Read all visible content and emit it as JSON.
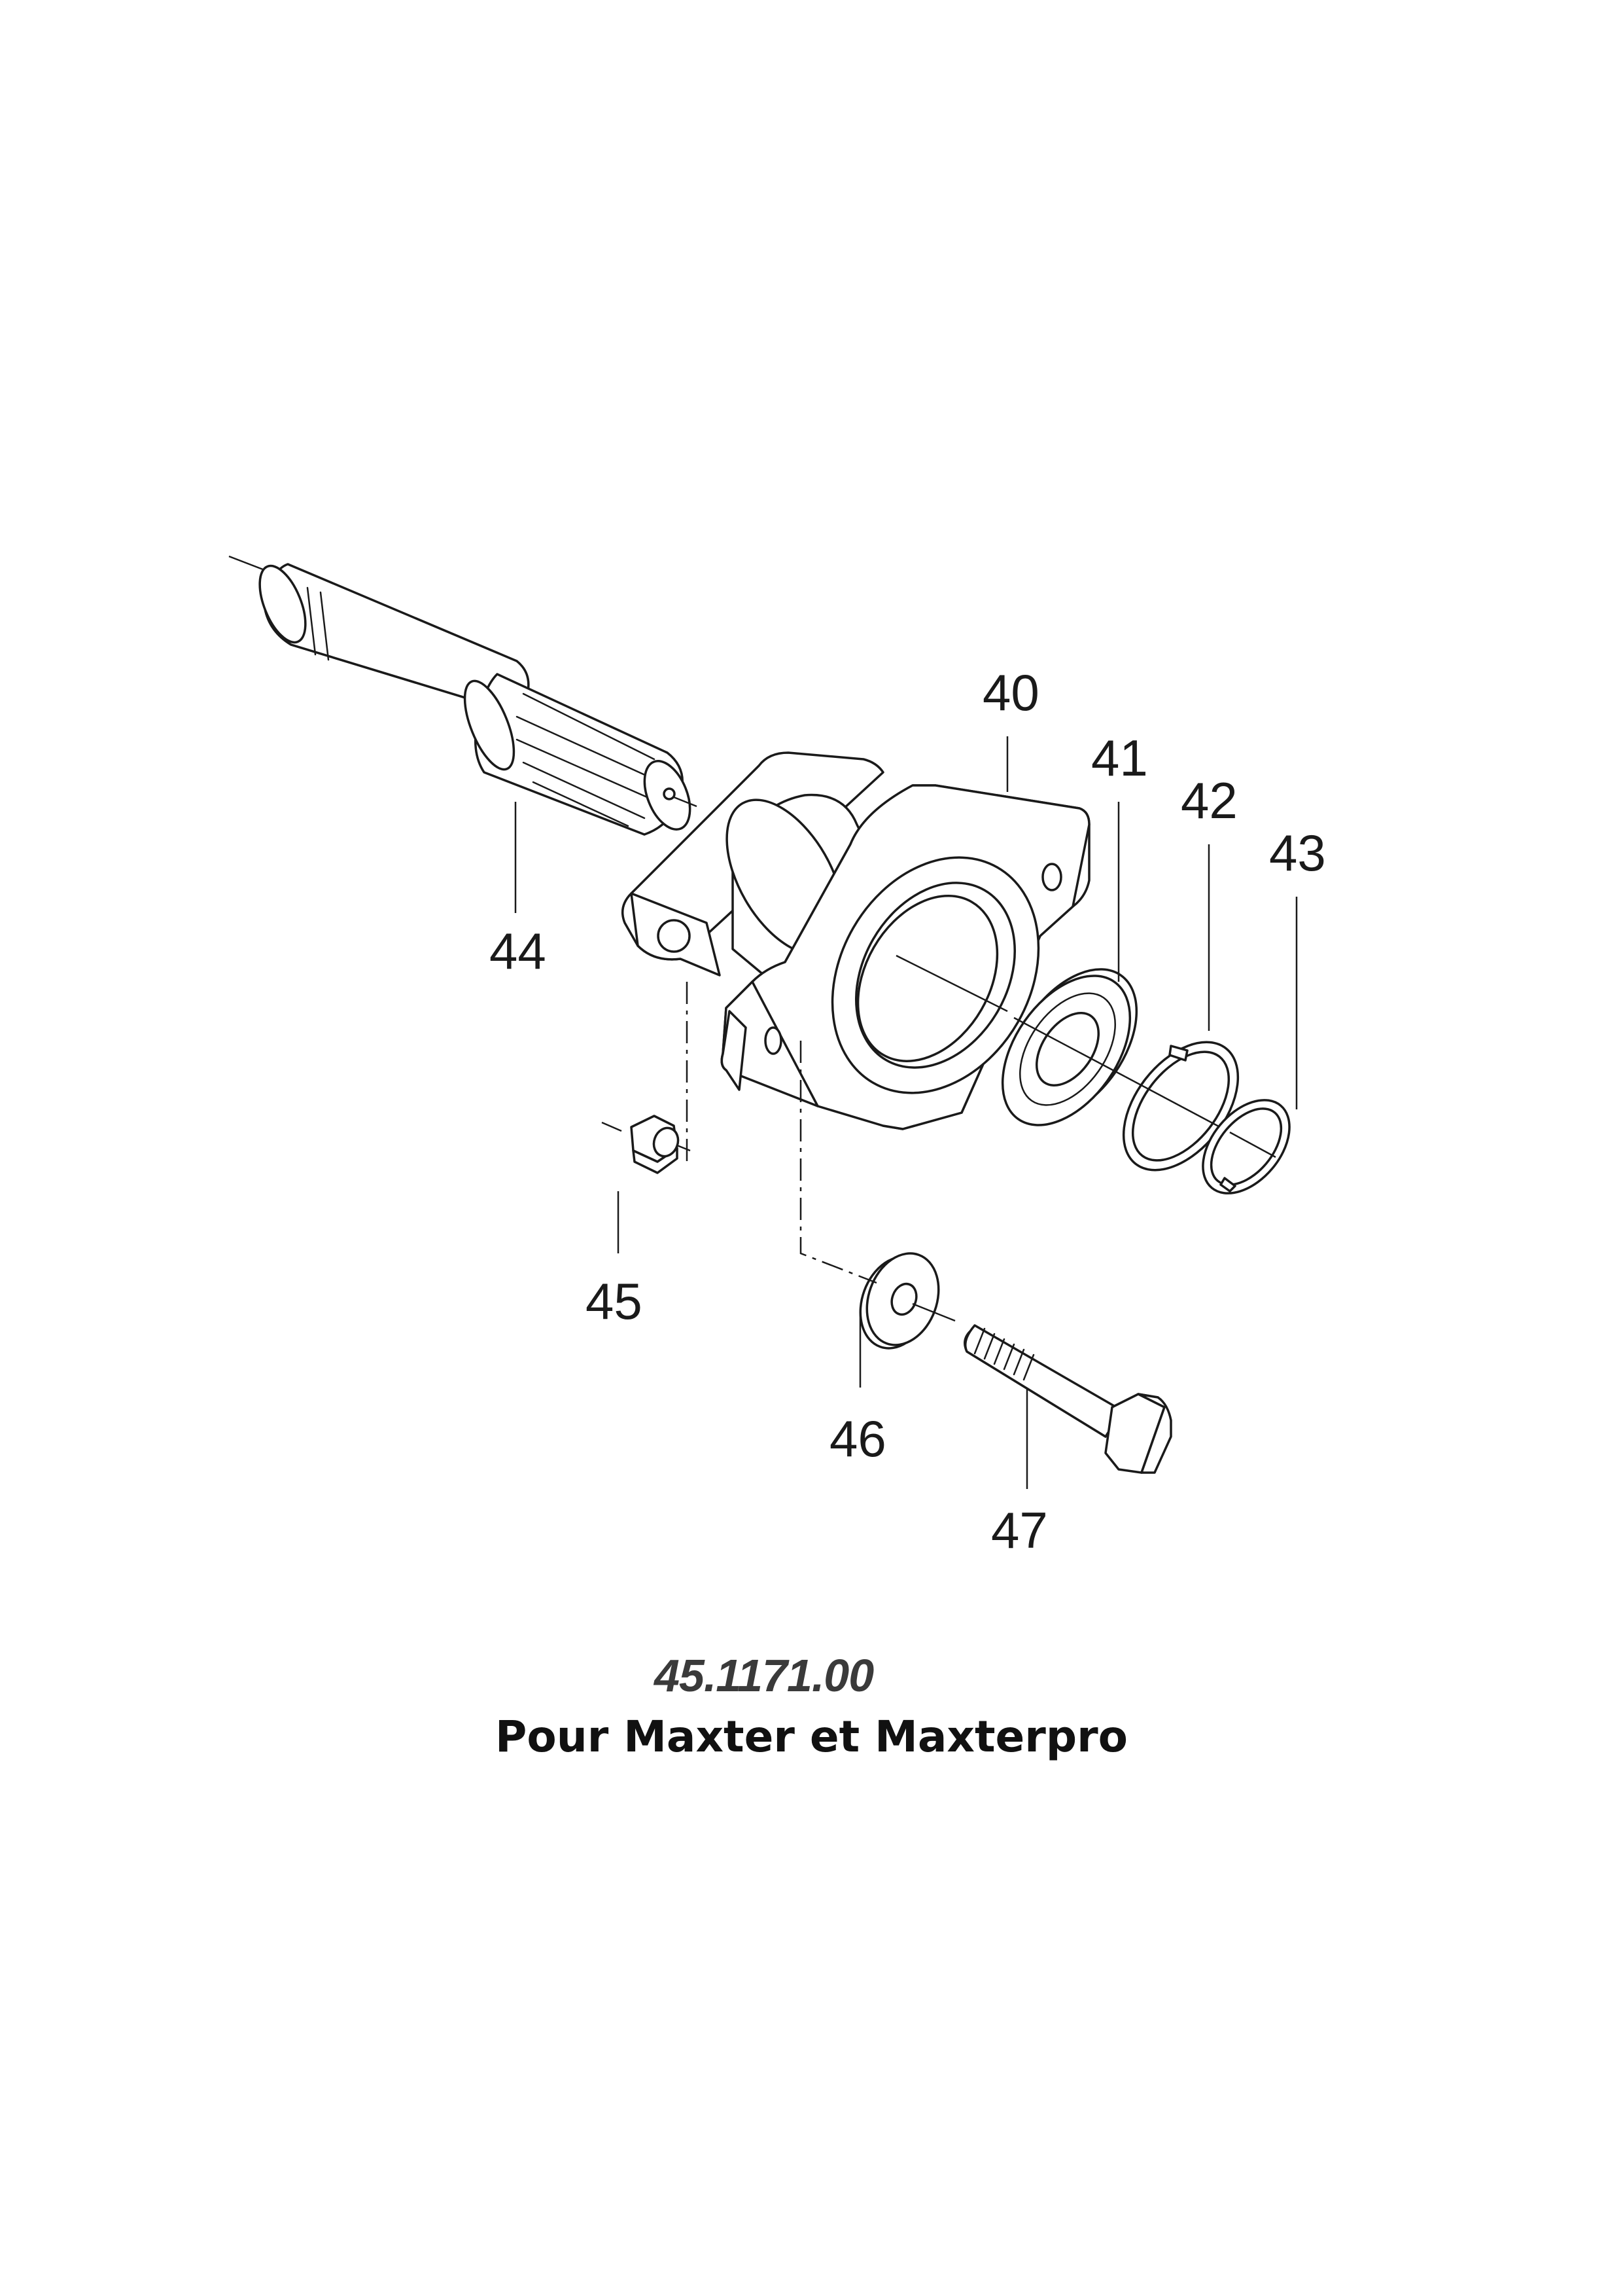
{
  "diagram": {
    "callouts": [
      {
        "id": "40",
        "label": "40"
      },
      {
        "id": "41",
        "label": "41"
      },
      {
        "id": "42",
        "label": "42"
      },
      {
        "id": "43",
        "label": "43"
      },
      {
        "id": "44",
        "label": "44"
      },
      {
        "id": "45",
        "label": "45"
      },
      {
        "id": "46",
        "label": "46"
      },
      {
        "id": "47",
        "label": "47"
      }
    ]
  },
  "reference_code": "45.1171.00",
  "caption": "Pour Maxter et Maxterpro"
}
